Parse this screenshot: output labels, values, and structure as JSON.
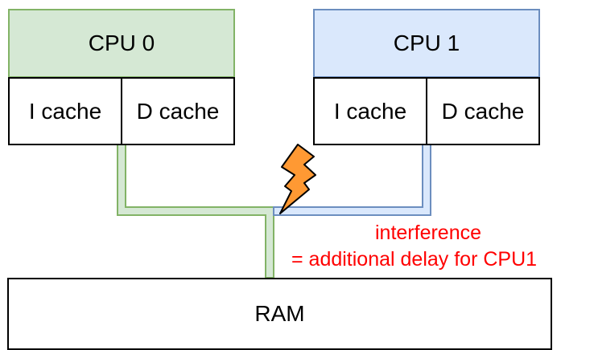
{
  "cpu0": {
    "title": "CPU 0",
    "icache": "I cache",
    "dcache": "D cache"
  },
  "cpu1": {
    "title": "CPU 1",
    "icache": "I cache",
    "dcache": "D cache"
  },
  "ram": {
    "label": "RAM"
  },
  "annotation": {
    "line1": "interference",
    "line2": "= additional delay for CPU1"
  },
  "colors": {
    "cpu0_fill": "#d5e8d4",
    "cpu0_stroke": "#82b366",
    "cpu1_fill": "#dae8fc",
    "cpu1_stroke": "#6c8ebf",
    "annotation": "#ff0000",
    "bolt_fill": "#ff9933"
  },
  "icons": {
    "interference": "lightning-bolt-icon"
  }
}
